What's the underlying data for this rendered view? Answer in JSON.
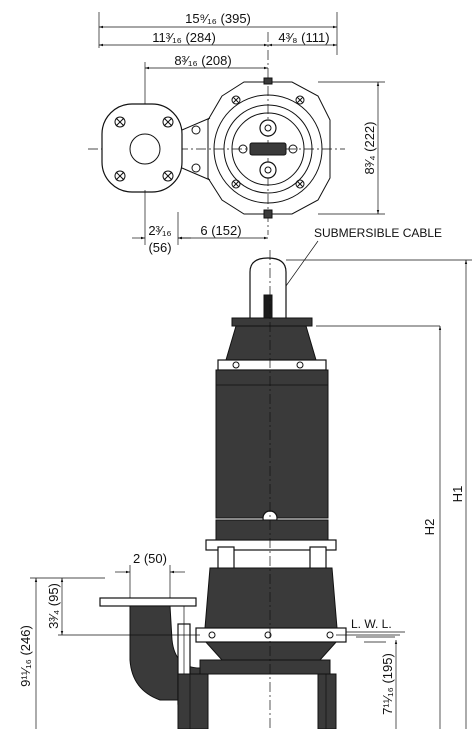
{
  "top_view": {
    "overall_width": "15⁹⁄₁₆ (395)",
    "left_width": "11³⁄₁₆ (284)",
    "right_width": "4³⁄₈ (111)",
    "inner_width": "8³⁄₁₆ (208)",
    "height": "8³⁄₄ (222)",
    "offset_small": "2³⁄₁₆",
    "offset_small_mm": "(56)",
    "offset_center": "6 (152)"
  },
  "side_view": {
    "cable_label": "SUBMERSIBLE CABLE",
    "outlet_width": "2 (50)",
    "flange_height": "3³⁄₄ (95)",
    "total_outlet_height": "9¹¹⁄₁₆ (246)",
    "low_water_level": "L. W. L.",
    "lwl_height": "7¹¹⁄₁₆ (195)",
    "h1": "H1",
    "h2": "H2"
  }
}
